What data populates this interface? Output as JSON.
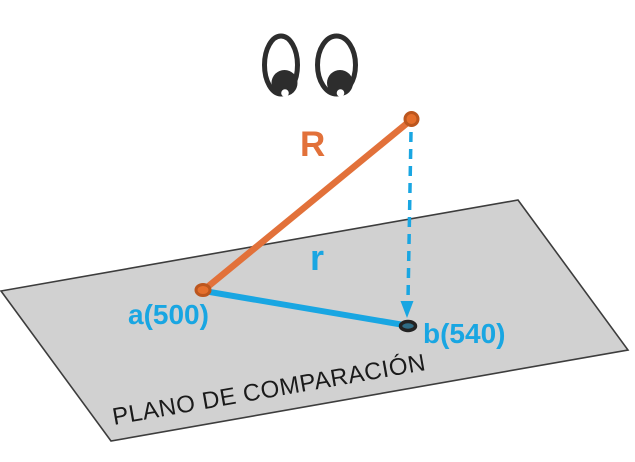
{
  "labels": {
    "sight_line": "R",
    "horizontal_line": "r",
    "point_a": "a(500)",
    "point_b": "b(540)",
    "plane": "PLANO DE COMPARACIÓN"
  },
  "values": {
    "a_elevation": 500,
    "b_elevation": 540
  },
  "icons": {
    "eyes": "eyes-looking-down"
  },
  "colors": {
    "orange": "#E2713A",
    "orange_dot_fill": "#E56F2C",
    "orange_dot_stroke": "#BC561E",
    "blue": "#19A6E2",
    "plane_fill": "#D1D1D1",
    "plane_stroke": "#3D3D3D",
    "eye_dark": "#2D2D2D",
    "eye_white": "#FFFFFF",
    "point_b_fill": "#2F6C85",
    "point_b_stroke": "#232323",
    "plane_text": "#1A1A1A",
    "background": "#FFFFFF"
  }
}
